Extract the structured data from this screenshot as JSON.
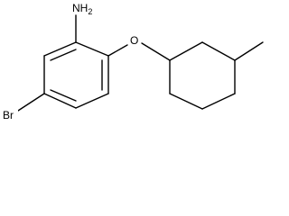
{
  "diagram": {
    "type": "chemical-structure",
    "background_color": "#ffffff",
    "line_color": "#000000",
    "atom_labels": {
      "amine": "NH2",
      "ether_oxygen": "O",
      "bromine": "Br"
    },
    "substituents": {
      "methyl": "methyl"
    },
    "bond_count": 17
  }
}
